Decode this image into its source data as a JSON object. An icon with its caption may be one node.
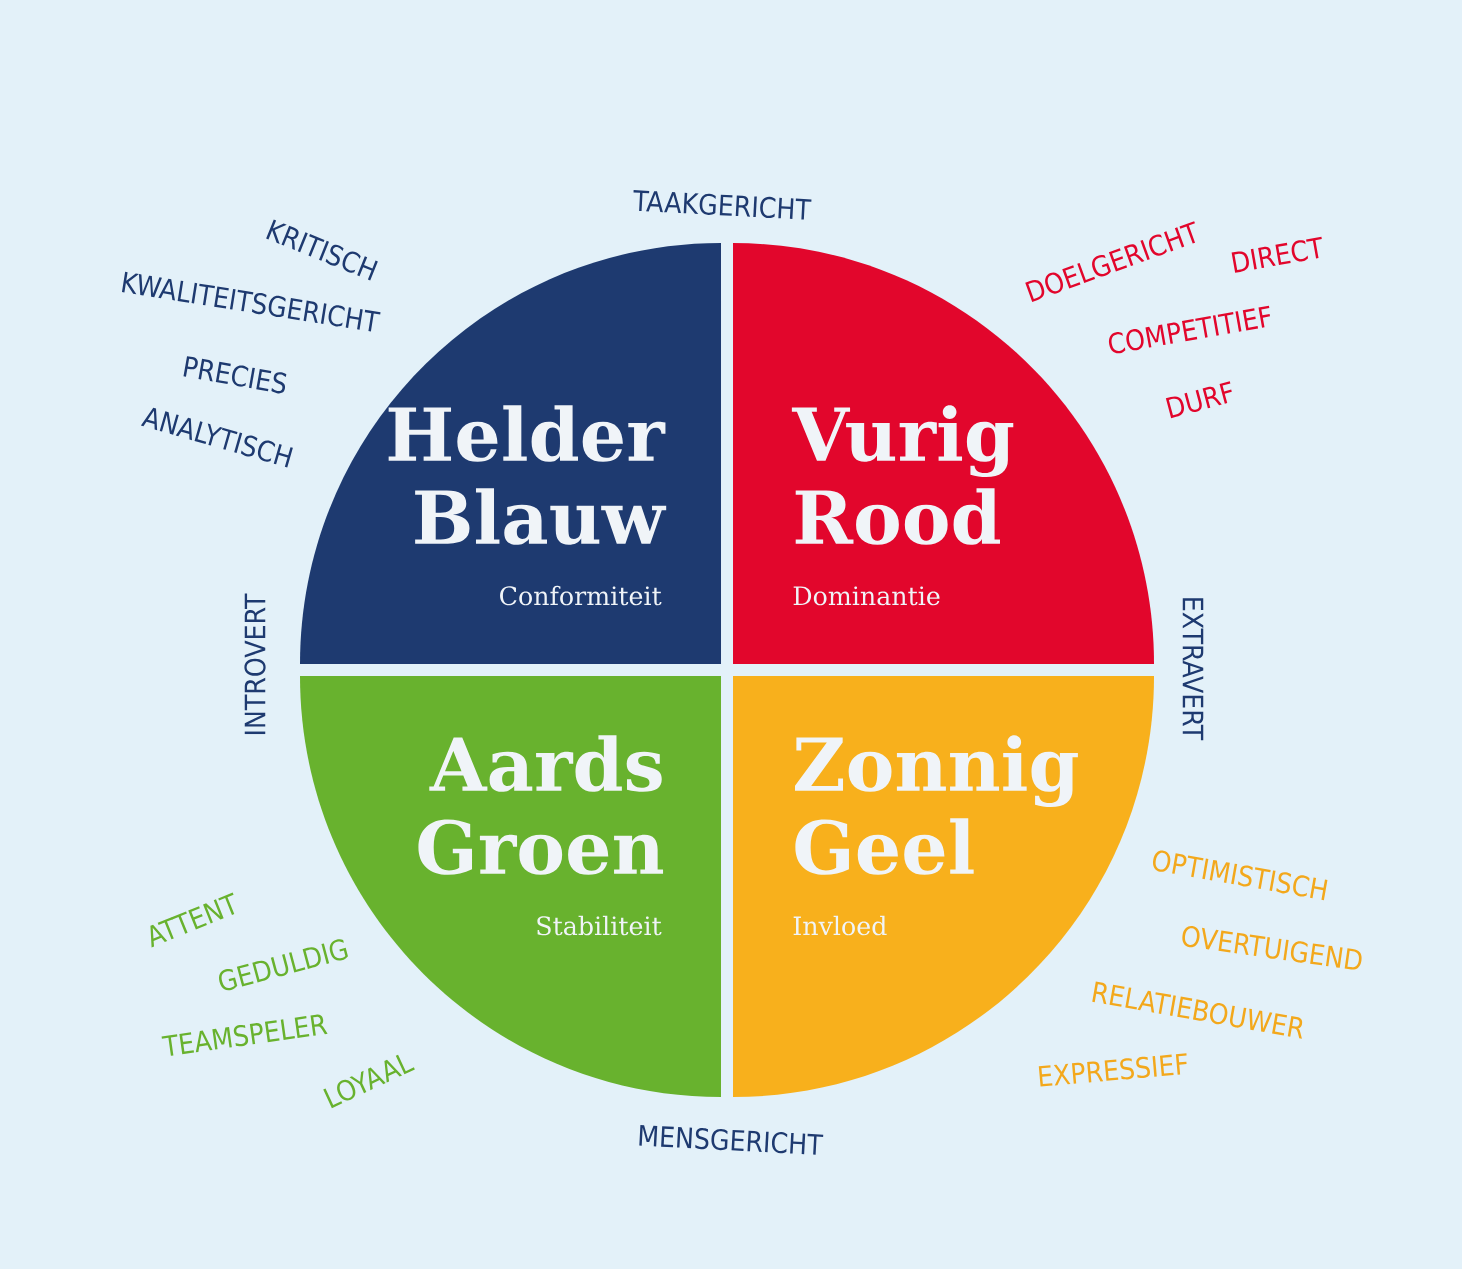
{
  "diagram": {
    "nodes": [
      {
        "text": [
          "Helder Blauw",
          "Conformiteit"
        ]
      },
      {
        "text": [
          "Vurig Rood",
          "Dominantie"
        ]
      },
      {
        "text": [
          "Aards Groen",
          "Stabiliteit"
        ]
      },
      {
        "text": [
          "Zonnig Geel",
          "Invloed"
        ]
      }
    ],
    "labels": [
      "TAAKGERICHT",
      "KRITISCH",
      "KWALITEITSGERICHT",
      "PRECIES",
      "ANALYTISCH",
      "DOELGERICHT",
      "DIRECT",
      "COMPETITIEF",
      "DURF",
      "INTROVERT",
      "EXTRAVERT",
      "OPTIMISTISCH",
      "ATTENT",
      "OVERTUIGEND",
      "GEDULDIG",
      "RELATIEBOUWER",
      "TEAMSPELER",
      "LOYAAL",
      "EXPRESSIEF",
      "MENSGERICHT"
    ]
  }
}
